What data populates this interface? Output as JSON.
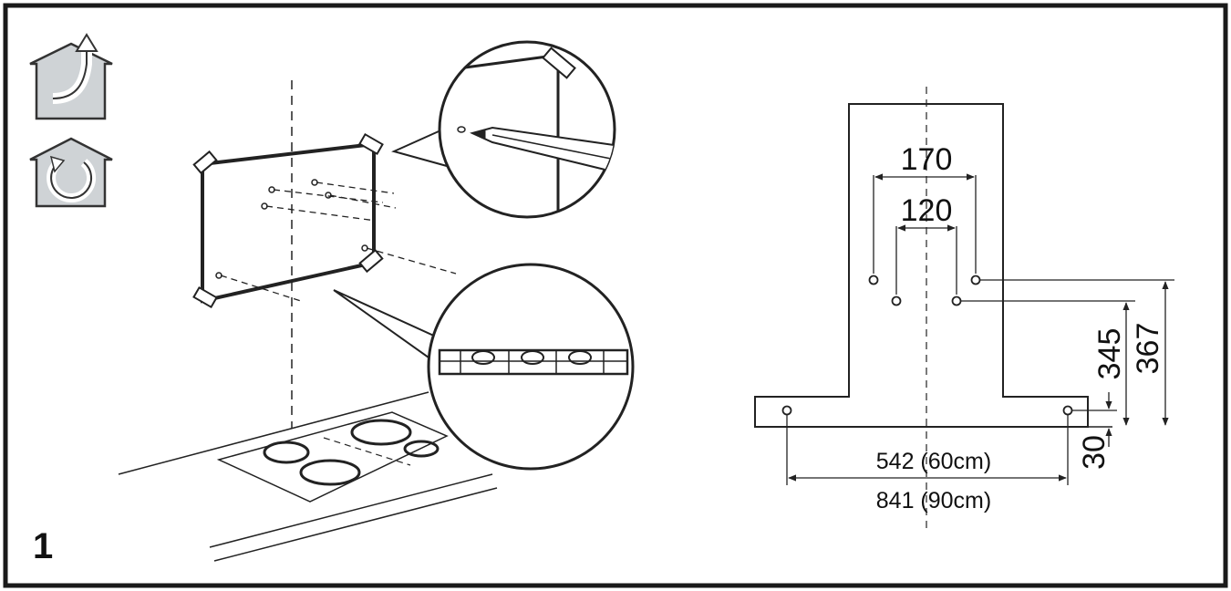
{
  "step_number": "1",
  "icons": {
    "extraction": "house-extraction-icon",
    "recirculation": "house-recirculation-icon"
  },
  "dimensions": {
    "d170": "170",
    "d120": "120",
    "d345": "345",
    "d367": "367",
    "d30": "30",
    "d542": "542 (60cm)",
    "d841": "841 (90cm)"
  },
  "colors": {
    "frame": "#1a1a1a",
    "icon_fill": "#cfd3d6",
    "line": "#222222"
  }
}
